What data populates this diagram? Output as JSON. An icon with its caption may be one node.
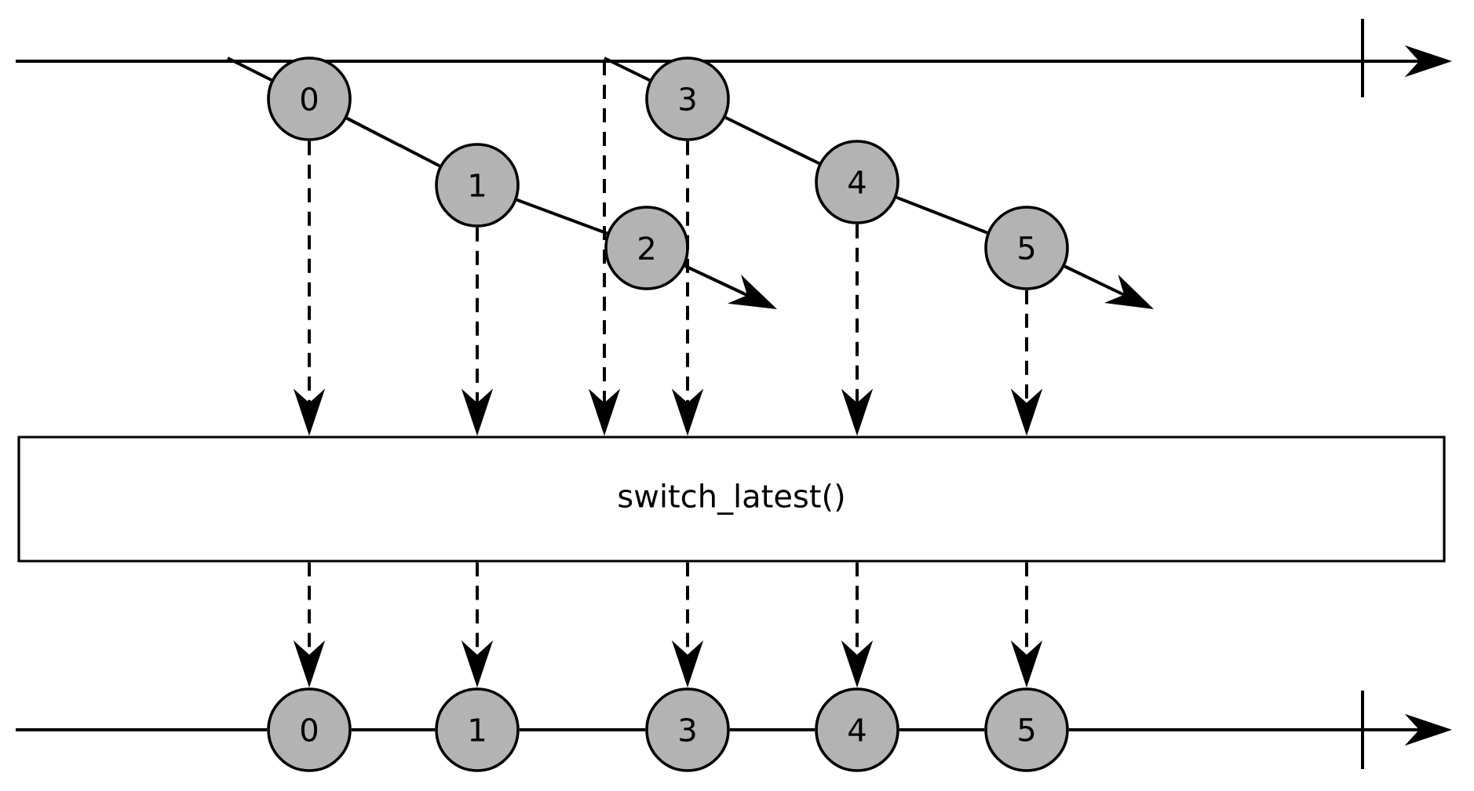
{
  "diagram": {
    "nodes": [
      {
        "text": [
          "0"
        ]
      },
      {
        "text": [
          "1"
        ]
      },
      {
        "text": [
          "2"
        ]
      },
      {
        "text": [
          "3"
        ]
      },
      {
        "text": [
          "4"
        ]
      },
      {
        "text": [
          "5"
        ]
      },
      {
        "text": [
          "switch_latest()"
        ]
      },
      {
        "text": [
          "0"
        ]
      },
      {
        "text": [
          "1"
        ]
      },
      {
        "text": [
          "3"
        ]
      },
      {
        "text": [
          "4"
        ]
      },
      {
        "text": [
          "5"
        ]
      }
    ],
    "edges": [
      {
        "from": null,
        "to": 0,
        "arrow": "none"
      },
      {
        "from": 0,
        "to": 1,
        "arrow": "none"
      },
      {
        "from": 1,
        "to": 2,
        "arrow": "none"
      },
      {
        "from": 2,
        "to": null,
        "arrow": "to"
      },
      {
        "from": null,
        "to": 3,
        "arrow": "none"
      },
      {
        "from": 3,
        "to": 4,
        "arrow": "none"
      },
      {
        "from": 4,
        "to": 5,
        "arrow": "none"
      },
      {
        "from": 5,
        "to": null,
        "arrow": "to"
      },
      {
        "from": 0,
        "to": 6,
        "arrow": "to",
        "style": "dashed"
      },
      {
        "from": 1,
        "to": 6,
        "arrow": "to",
        "style": "dashed"
      },
      {
        "from": 3,
        "to": 6,
        "arrow": "to",
        "style": "dashed"
      },
      {
        "from": 4,
        "to": 6,
        "arrow": "to",
        "style": "dashed"
      },
      {
        "from": 5,
        "to": 6,
        "arrow": "to",
        "style": "dashed"
      },
      {
        "from": null,
        "to": 6,
        "arrow": "to",
        "style": "dashed"
      },
      {
        "from": 6,
        "to": 7,
        "arrow": "to",
        "style": "dashed"
      },
      {
        "from": 6,
        "to": 8,
        "arrow": "to",
        "style": "dashed"
      },
      {
        "from": 6,
        "to": 9,
        "arrow": "to",
        "style": "dashed"
      },
      {
        "from": 6,
        "to": 10,
        "arrow": "to",
        "style": "dashed"
      },
      {
        "from": 6,
        "to": 11,
        "arrow": "to",
        "style": "dashed"
      },
      {
        "from": null,
        "to": 7,
        "arrow": "none"
      },
      {
        "from": 7,
        "to": 8,
        "arrow": "none"
      },
      {
        "from": 8,
        "to": 9,
        "arrow": "none"
      },
      {
        "from": 9,
        "to": 10,
        "arrow": "none"
      },
      {
        "from": 10,
        "to": 11,
        "arrow": "none"
      },
      {
        "from": 11,
        "to": null,
        "arrow": "to"
      }
    ]
  }
}
